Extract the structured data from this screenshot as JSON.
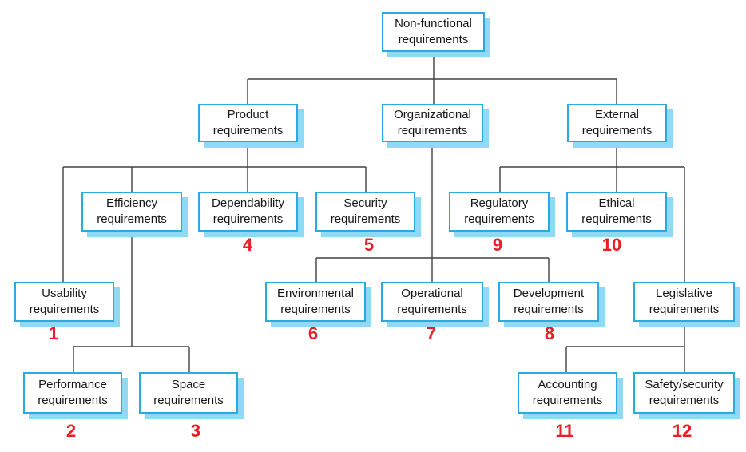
{
  "diagram": {
    "colors": {
      "background": "#FFFFFF",
      "box_border": "#29ABE2",
      "box_shadow": "#8FD9F5",
      "number_red": "#EC1C24",
      "connector": "#404040",
      "text": "#161616"
    },
    "nodes": {
      "root": {
        "line1": "Non-functional",
        "line2": "requirements"
      },
      "product": {
        "line1": "Product",
        "line2": "requirements"
      },
      "organizational": {
        "line1": "Organizational",
        "line2": "requirements"
      },
      "external": {
        "line1": "External",
        "line2": "requirements"
      },
      "efficiency": {
        "line1": "Efficiency",
        "line2": "requirements"
      },
      "dependability": {
        "line1": "Dependability",
        "line2": "requirements",
        "number": "4"
      },
      "security": {
        "line1": "Security",
        "line2": "requirements",
        "number": "5"
      },
      "regulatory": {
        "line1": "Regulatory",
        "line2": "requirements",
        "number": "9"
      },
      "ethical": {
        "line1": "Ethical",
        "line2": "requirements",
        "number": "10"
      },
      "usability": {
        "line1": "Usability",
        "line2": "requirements",
        "number": "1"
      },
      "environmental": {
        "line1": "Environmental",
        "line2": "requirements",
        "number": "6"
      },
      "operational": {
        "line1": "Operational",
        "line2": "requirements",
        "number": "7"
      },
      "development": {
        "line1": "Development",
        "line2": "requirements",
        "number": "8"
      },
      "legislative": {
        "line1": "Legislative",
        "line2": "requirements"
      },
      "performance": {
        "line1": "Performance",
        "line2": "requirements",
        "number": "2"
      },
      "space": {
        "line1": "Space",
        "line2": "requirements",
        "number": "3"
      },
      "accounting": {
        "line1": "Accounting",
        "line2": "requirements",
        "number": "11"
      },
      "safety_security": {
        "line1": "Safety/security",
        "line2": "requirements",
        "number": "12"
      }
    }
  }
}
